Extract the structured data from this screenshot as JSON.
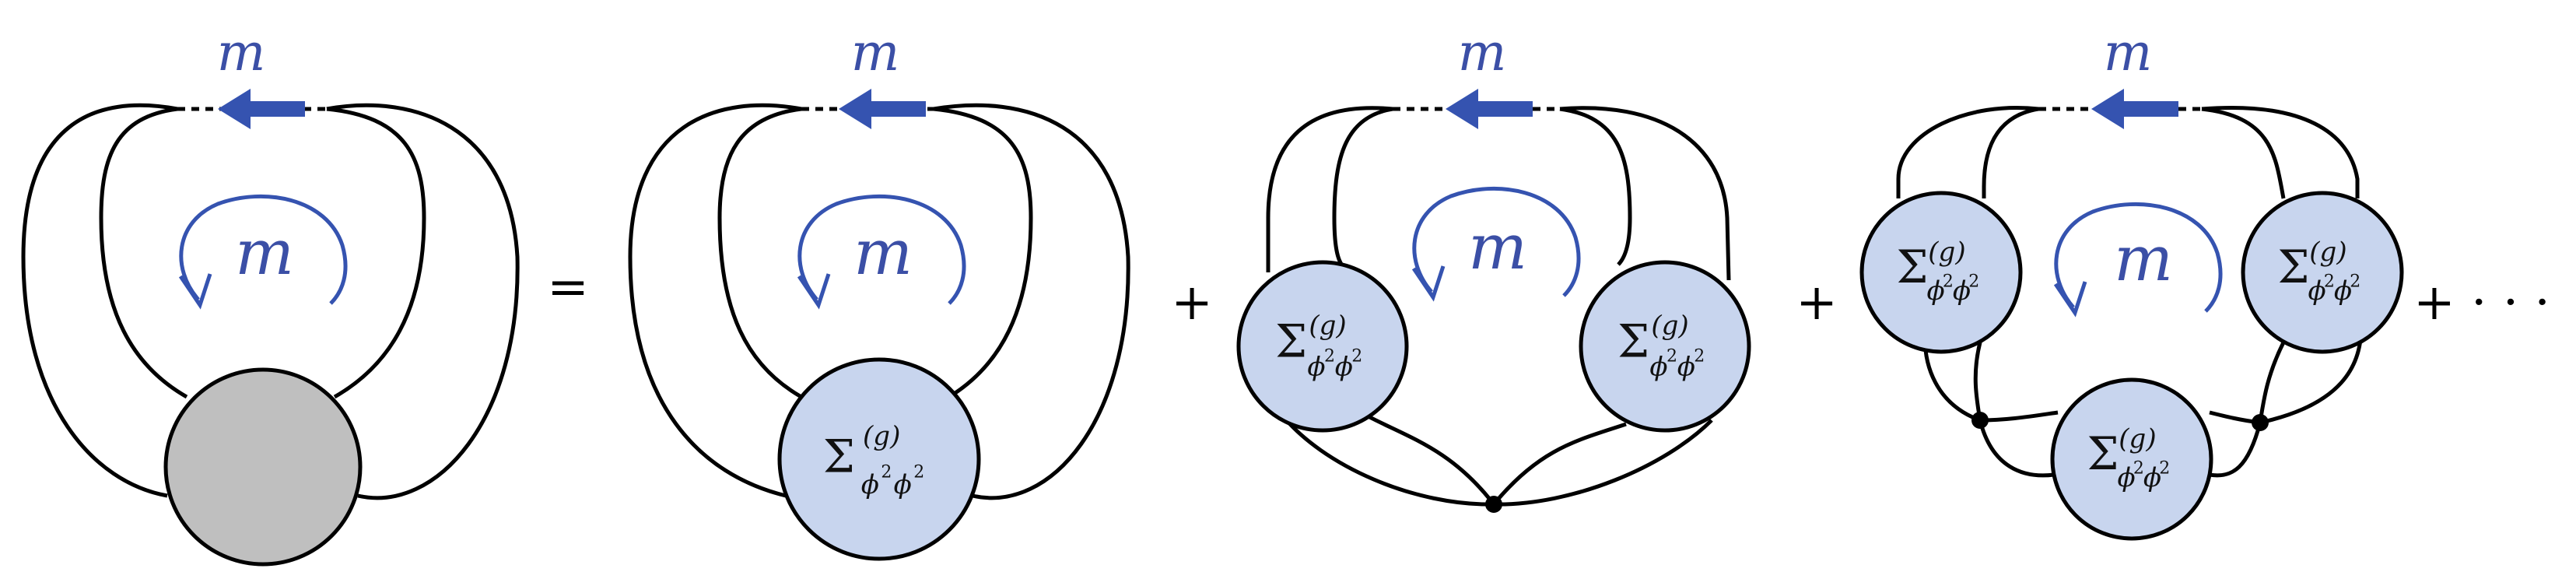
{
  "labels": {
    "m": "m",
    "equals": "=",
    "plus": "+",
    "plus_dots": "+ · · ·"
  },
  "sigma": {
    "symbol": "Σ",
    "sup": "(g)",
    "sub_a": "ϕ",
    "sub_sq": "2",
    "sub_b": "ϕ",
    "sub_sq2": "2"
  },
  "colors": {
    "arrow": "#3553b0",
    "label": "#3b4fa6",
    "blob_fill": "#c8d5ee",
    "grey_blob": "#bfbfbf",
    "line": "#000000"
  }
}
